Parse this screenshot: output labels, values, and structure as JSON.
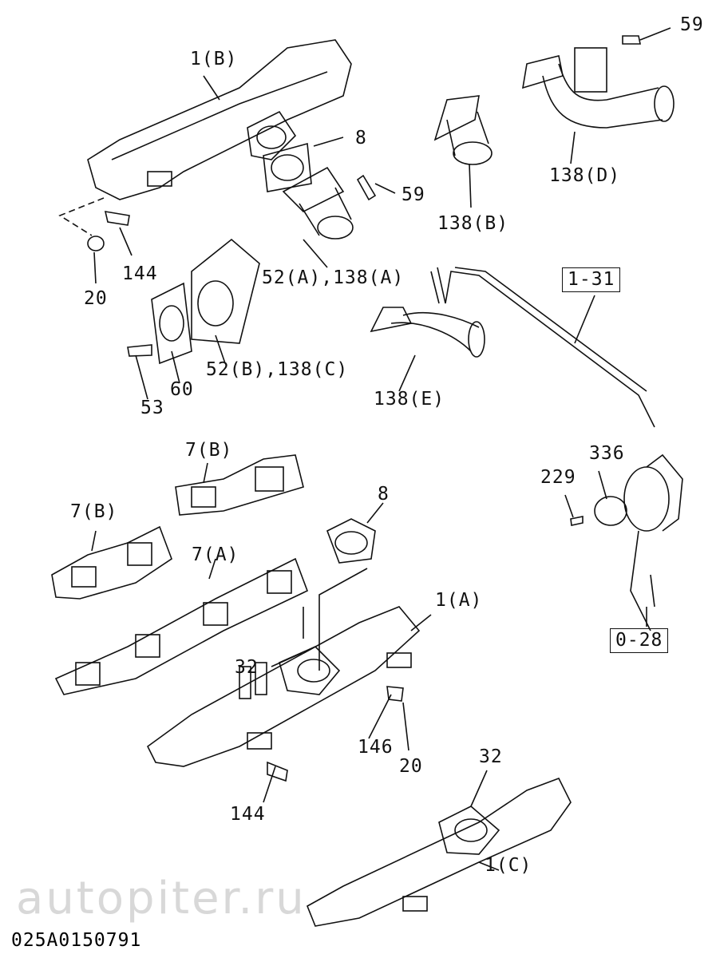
{
  "watermark": "autopiter.ru",
  "drawing_code": "025A0150791",
  "callouts": {
    "m1b": "1(B)",
    "c8a": "8",
    "c59a": "59",
    "c144a": "144",
    "c20a": "20",
    "c52a": "52(A),138(A)",
    "c138b": "138(B)",
    "c59b": "59",
    "c138d": "138(D)",
    "ref131": "1-31",
    "c138e": "138(E)",
    "c52b": "52(B),138(C)",
    "c53": "53",
    "c60": "60",
    "c7b1": "7(B)",
    "c7b2": "7(B)",
    "c8b": "8",
    "c229": "229",
    "c336": "336",
    "c7a": "7(A)",
    "m1a": "1(A)",
    "c32a": "32",
    "ref028": "0-28",
    "c146": "146",
    "c20b": "20",
    "c144b": "144",
    "c32b": "32",
    "m1c": "1(C)"
  }
}
